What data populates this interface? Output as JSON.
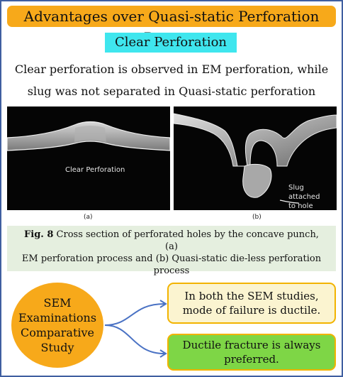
{
  "title": "Advantages over Quasi-static Perforation Process",
  "subtitle": "Clear Perforation",
  "description": {
    "line1": "Clear perforation is observed in EM perforation, while",
    "line2": "slug was not separated in Quasi-static perforation"
  },
  "figure": {
    "image_a": {
      "overlay_text": "Clear Perforation",
      "sublabel": "(a)"
    },
    "image_b": {
      "overlay_text_line1": "Slug attached",
      "overlay_text_line2": "to hole",
      "sublabel": "(b)"
    },
    "caption": {
      "label": "Fig. 8",
      "text_line1": " Cross section of  perforated holes by the concave punch, (a)",
      "text_line2": "EM perforation process and (b) Quasi-static die-less perforation",
      "text_line3": "process"
    }
  },
  "study": {
    "oval_lines": [
      "SEM",
      "Examinations",
      "Comparative",
      "Study"
    ],
    "finding_1_line1": "In both the SEM studies,",
    "finding_1_line2": "mode of  failure is ductile.",
    "finding_2_line1": "Ductile fracture is always",
    "finding_2_line2": "preferred."
  },
  "colors": {
    "title_bg": "#f7a91a",
    "subtitle_bg": "#3fe6ee",
    "caption_bg": "#e5efdf",
    "finding_1_bg": "#fbf4d0",
    "finding_2_bg": "#7ed646",
    "box_border": "#f2b300",
    "frame_border": "#3f5fa0"
  }
}
